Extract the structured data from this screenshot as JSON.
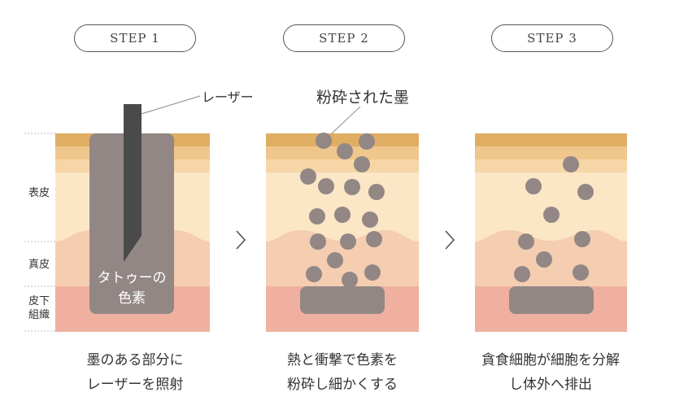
{
  "steps": [
    {
      "label": "STEP 1",
      "caption_line1": "墨のある部分に",
      "caption_line2": "レーザーを照射"
    },
    {
      "label": "STEP 2",
      "caption_line1": "熱と衝撃で色素を",
      "caption_line2": "粉砕し細かくする"
    },
    {
      "label": "STEP 3",
      "caption_line1": "貪食細胞が細胞を分解",
      "caption_line2": "し体外へ排出"
    }
  ],
  "callouts": {
    "laser": "レーザー",
    "pigment_line1": "タトゥーの",
    "pigment_line2": "色素",
    "crushed": "粉砕された墨"
  },
  "layers": {
    "epidermis": "表皮",
    "dermis": "真皮",
    "subcutis_line1": "皮下",
    "subcutis_line2": "組織"
  },
  "colors": {
    "top_band": "#dfae63",
    "band2": "#efc68c",
    "band3": "#f6d6a6",
    "epidermis": "#fbe6c5",
    "dermis": "#f5cdb0",
    "subcutis": "#efb0a0",
    "pigment": "#928785",
    "laser": "#4a4a4a"
  },
  "arrows": [
    "chevron-right",
    "chevron-right"
  ]
}
